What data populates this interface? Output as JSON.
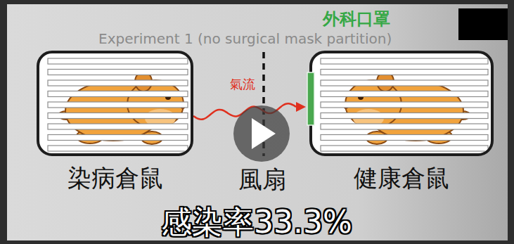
{
  "diagram": {
    "title": "Experiment 1 (no surgical mask partition)",
    "nodes": [
      {
        "text": [
          "染病倉鼠"
        ]
      },
      {
        "text": [
          "健康倉鼠"
        ]
      }
    ],
    "edges": [
      {
        "from": 0,
        "to": 1,
        "arrow": "to",
        "label": "氣流"
      }
    ],
    "labels": [
      "外科口罩",
      "風扇",
      "感染率33.3%"
    ]
  }
}
